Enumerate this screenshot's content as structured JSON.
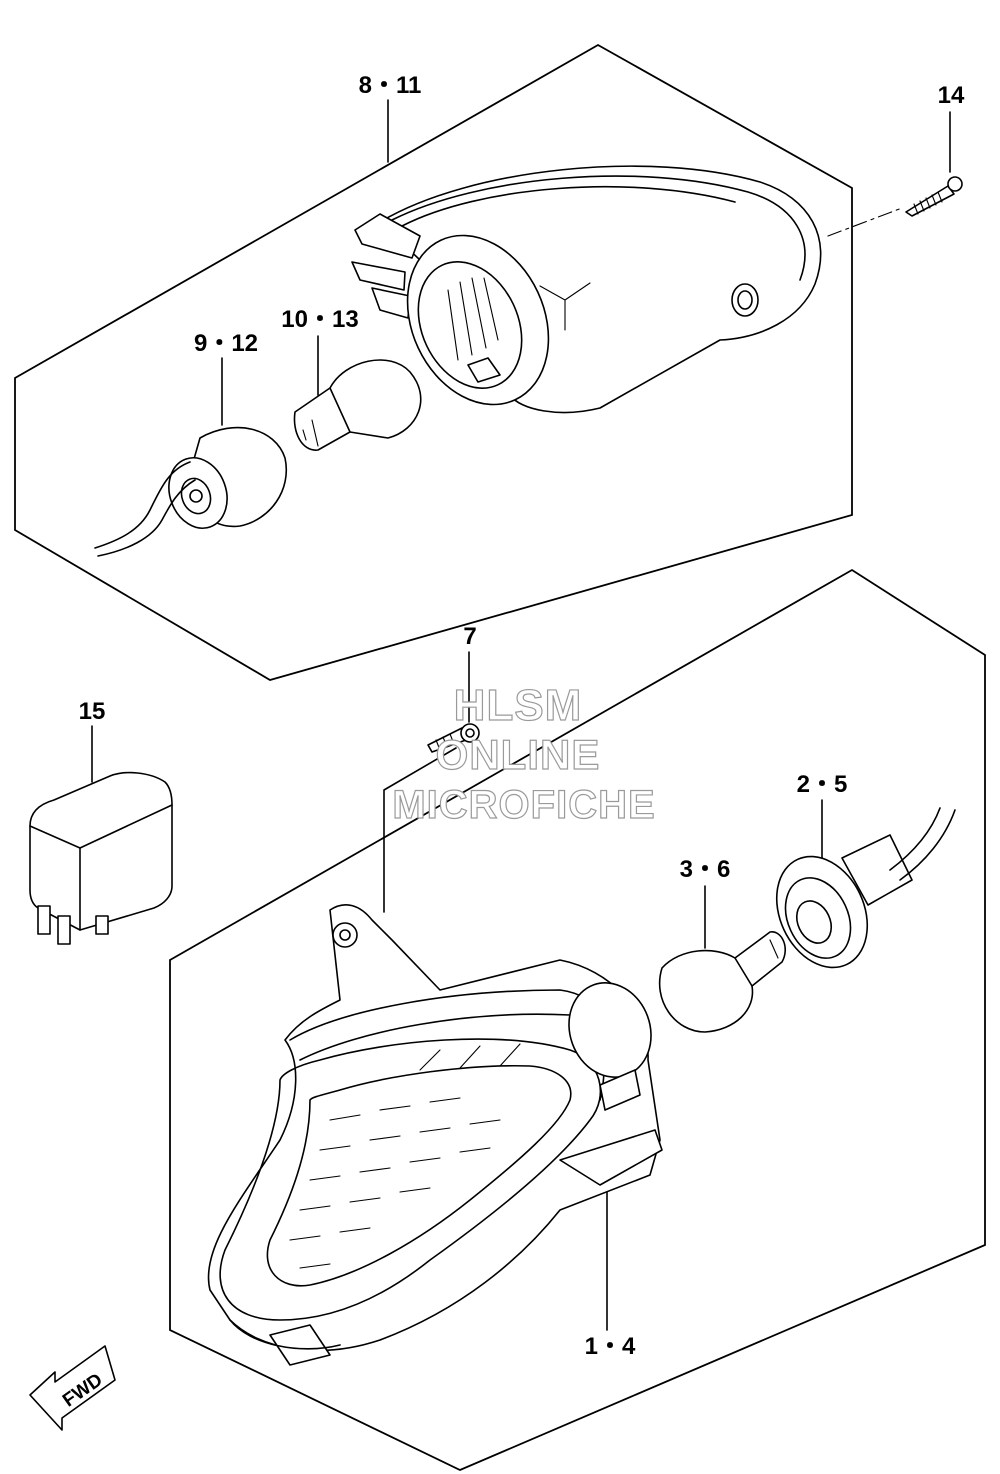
{
  "callouts": {
    "c8_11": "8・11",
    "c14": "14",
    "c10_13": "10・13",
    "c9_12": "9・12",
    "c7": "7",
    "c15": "15",
    "c2_5": "2・5",
    "c3_6": "3・6",
    "c1_4": "1・4"
  },
  "fwd_label": "FWD",
  "watermark": {
    "line1": "HLSM",
    "line2": "ONLINE",
    "line3": "MICROFICHE"
  },
  "colors": {
    "line": "#000000",
    "background": "#ffffff",
    "watermark_outline": "#9a9a9a"
  }
}
